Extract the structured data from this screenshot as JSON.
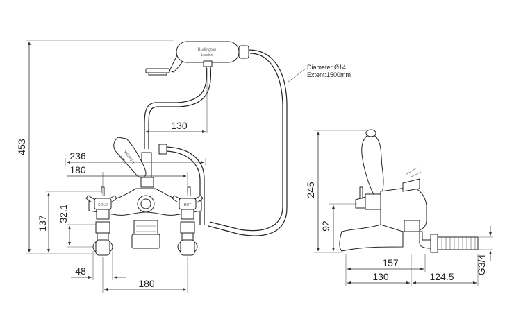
{
  "hose_note": {
    "diameter": "Diameter:Ø14",
    "extent": "Extent:1500mm"
  },
  "handset": {
    "brand": "Burlington",
    "city": "London"
  },
  "lever": {
    "line1": "SHOWER",
    "line2": "BATH"
  },
  "indices": {
    "hot": "HOT",
    "cold": "COLD"
  },
  "front_view": {
    "overall_height": "453",
    "shower_offset": "130",
    "outer_width": "236",
    "inner_width": "180",
    "body_height": "137",
    "handle_offset": "32.1",
    "inlet_size": "48",
    "centres": "180"
  },
  "side_view": {
    "overall_height": "245",
    "spout_height": "92",
    "spout_reach": "157",
    "projection": "130",
    "tail_length": "124.5",
    "thread": "G3/4"
  }
}
